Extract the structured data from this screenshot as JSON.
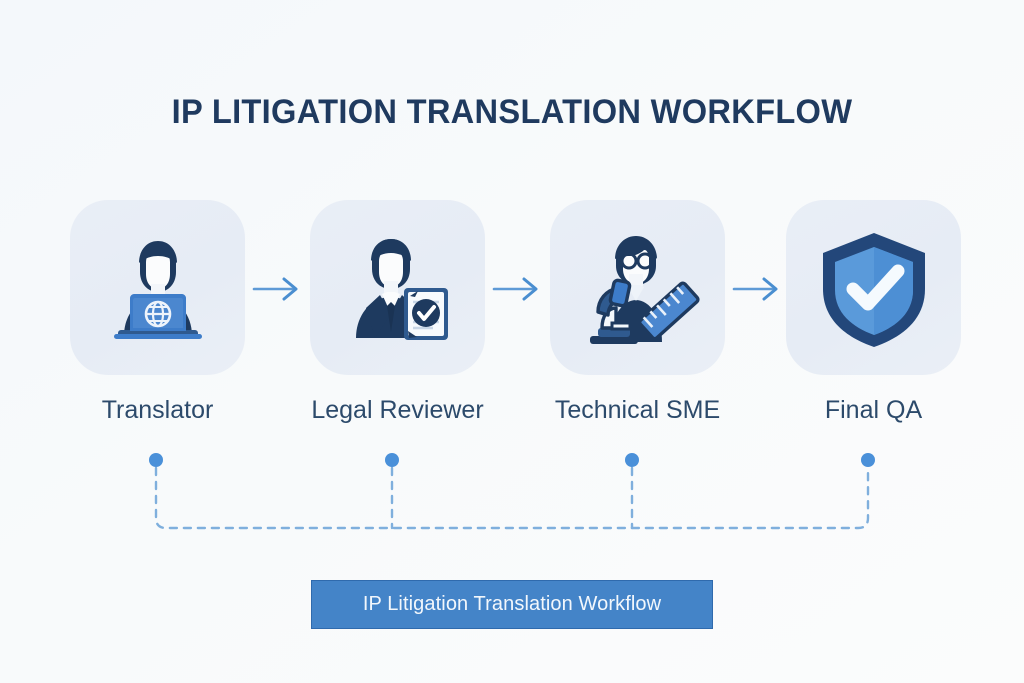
{
  "page": {
    "title": "IP LITIGATION TRANSLATION WORKFLOW",
    "background_color": "#f7f9fb",
    "title_color": "#1f3a5f"
  },
  "workflow": {
    "steps": [
      {
        "label": "Translator",
        "icon": "translator-laptop-globe-icon"
      },
      {
        "label": "Legal Reviewer",
        "icon": "legal-reviewer-document-check-icon"
      },
      {
        "label": "Technical SME",
        "icon": "technical-sme-microscope-ruler-icon"
      },
      {
        "label": "Final QA",
        "icon": "final-qa-shield-check-icon"
      }
    ],
    "connector_arrow": "arrow-right-icon",
    "card_color": "#e8edf5",
    "label_color": "#2c4a6b",
    "accent_color": "#4a90d9",
    "icon_dark_color": "#1e3a5f"
  },
  "banner": {
    "label": "IP Litigation Translation Workflow",
    "background_color": "#4484c8",
    "border_color": "#2f6aad",
    "text_color": "#f2f7fc"
  }
}
